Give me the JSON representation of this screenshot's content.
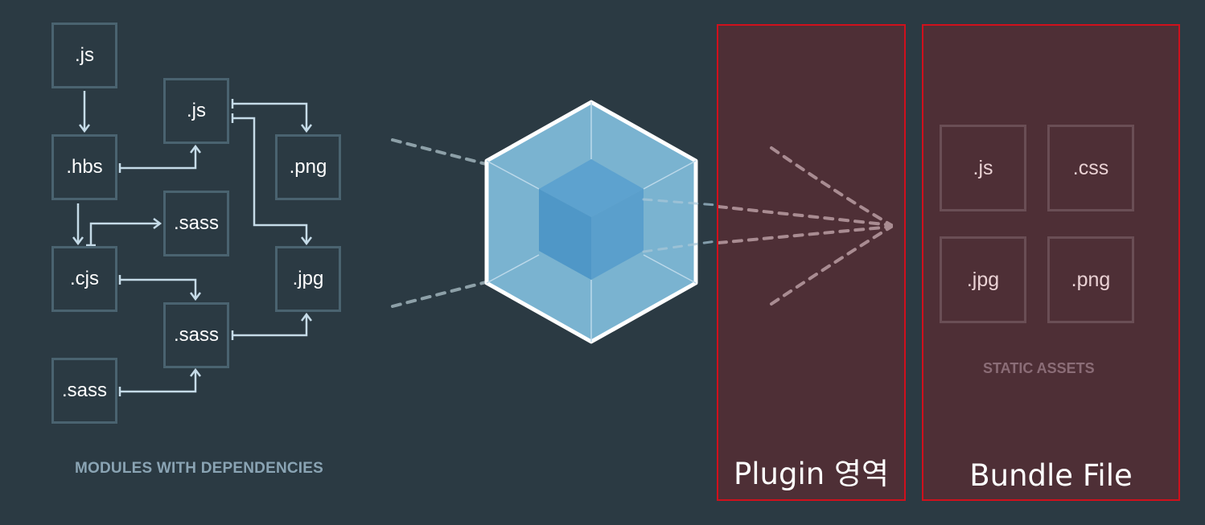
{
  "modules": {
    "caption": "MODULES WITH DEPENDENCIES",
    "items": [
      ".js",
      ".hbs",
      ".cjs",
      ".sass",
      ".js",
      ".sass",
      ".sass",
      ".png",
      ".jpg"
    ]
  },
  "plugin": {
    "title": "Plugin 영역"
  },
  "bundle": {
    "title": "Bundle File",
    "caption": "STATIC ASSETS",
    "assets": [
      ".js",
      ".css",
      ".jpg",
      ".png"
    ]
  },
  "colors": {
    "background": "#2b3a43",
    "module_border": "#4a6370",
    "arrow": "#c5dbe8",
    "region_fill": "#4e2f36",
    "region_border": "#d0101c",
    "cube_outer": "#7ab3d0",
    "cube_inner": "#4f97c7"
  }
}
